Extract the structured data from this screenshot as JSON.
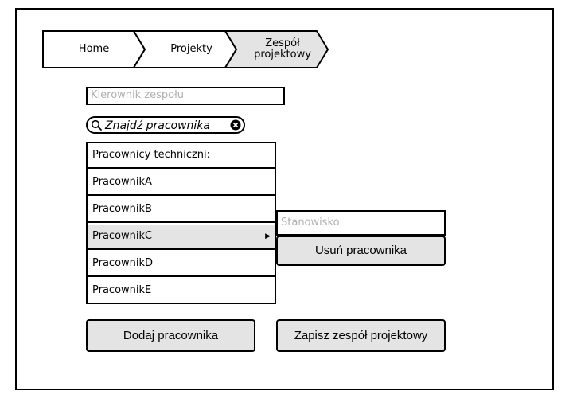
{
  "breadcrumb": {
    "items": [
      {
        "label": "Home"
      },
      {
        "label": "Projekty"
      },
      {
        "label_line1": "Zespół",
        "label_line2": "projektowy"
      }
    ]
  },
  "form": {
    "leader_placeholder": "Kierownik zespołu",
    "search_text": "Znajdź pracownika"
  },
  "list": {
    "header": "Pracownicy techniczni:",
    "items": [
      "PracownikA",
      "PracownikB",
      "PracownikC",
      "PracownikD",
      "PracownikE"
    ],
    "selected_index": 2
  },
  "detail": {
    "position_placeholder": "Stanowisko",
    "remove_label": "Usuń pracownika"
  },
  "actions": {
    "add_label": "Dodaj pracownika",
    "save_label": "Zapisz zespół projektowy"
  },
  "colors": {
    "selected_bg": "#e4e4e4",
    "button_bg": "#e4e4e4",
    "placeholder": "#b0b0b0"
  },
  "icons": [
    "search-icon",
    "clear-icon",
    "chevron-right-icon"
  ]
}
